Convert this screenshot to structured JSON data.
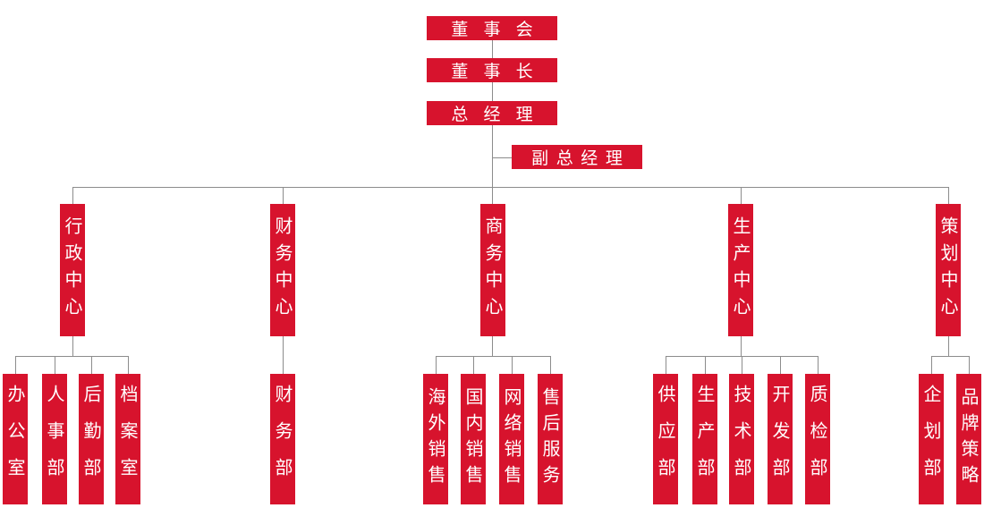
{
  "top": {
    "board": "董事会",
    "chairman": "董事长",
    "general_manager": "总经理",
    "deputy_general_manager": "副总经理"
  },
  "centers": [
    {
      "name": "行政中心",
      "departments": [
        "办公室",
        "人事部",
        "后勤部",
        "档案室"
      ]
    },
    {
      "name": "财务中心",
      "departments": [
        "财务部"
      ]
    },
    {
      "name": "商务中心",
      "departments": [
        "海外销售",
        "国内销售",
        "网络销售",
        "售后服务"
      ]
    },
    {
      "name": "生产中心",
      "departments": [
        "供应部",
        "生产部",
        "技术部",
        "开发部",
        "质检部"
      ]
    },
    {
      "name": "策划中心",
      "departments": [
        "企划部",
        "品牌策略"
      ]
    }
  ],
  "colors": {
    "box": "#d7132d",
    "text": "#ffffff",
    "line": "#8c8c8c"
  }
}
